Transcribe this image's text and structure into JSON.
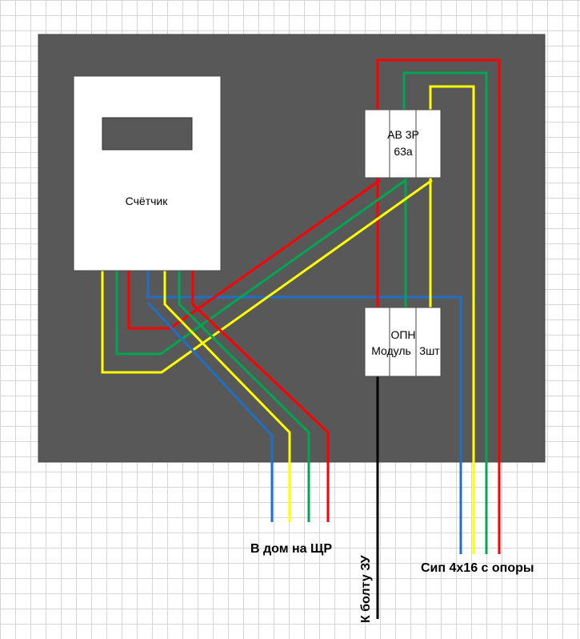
{
  "colors": {
    "panel": "#585858",
    "phase_l1": "#ff0000",
    "phase_l2": "#00a651",
    "phase_l3": "#ffff00",
    "neutral": "#1f6fc6",
    "ground": "#000000",
    "device": "#ffffff",
    "device_border": "#4a4a4a"
  },
  "meter": {
    "label": "Счётчик"
  },
  "breaker": {
    "line1": "АВ 3Р",
    "line2": "63а"
  },
  "spd": {
    "line1": "ОПН",
    "part_a": "Модуль",
    "part_b": "3шт"
  },
  "labels": {
    "to_house": "В дом на ЩР",
    "from_pole": "Сип 4х16 с опоры",
    "to_ground": "К болту ЗУ"
  }
}
